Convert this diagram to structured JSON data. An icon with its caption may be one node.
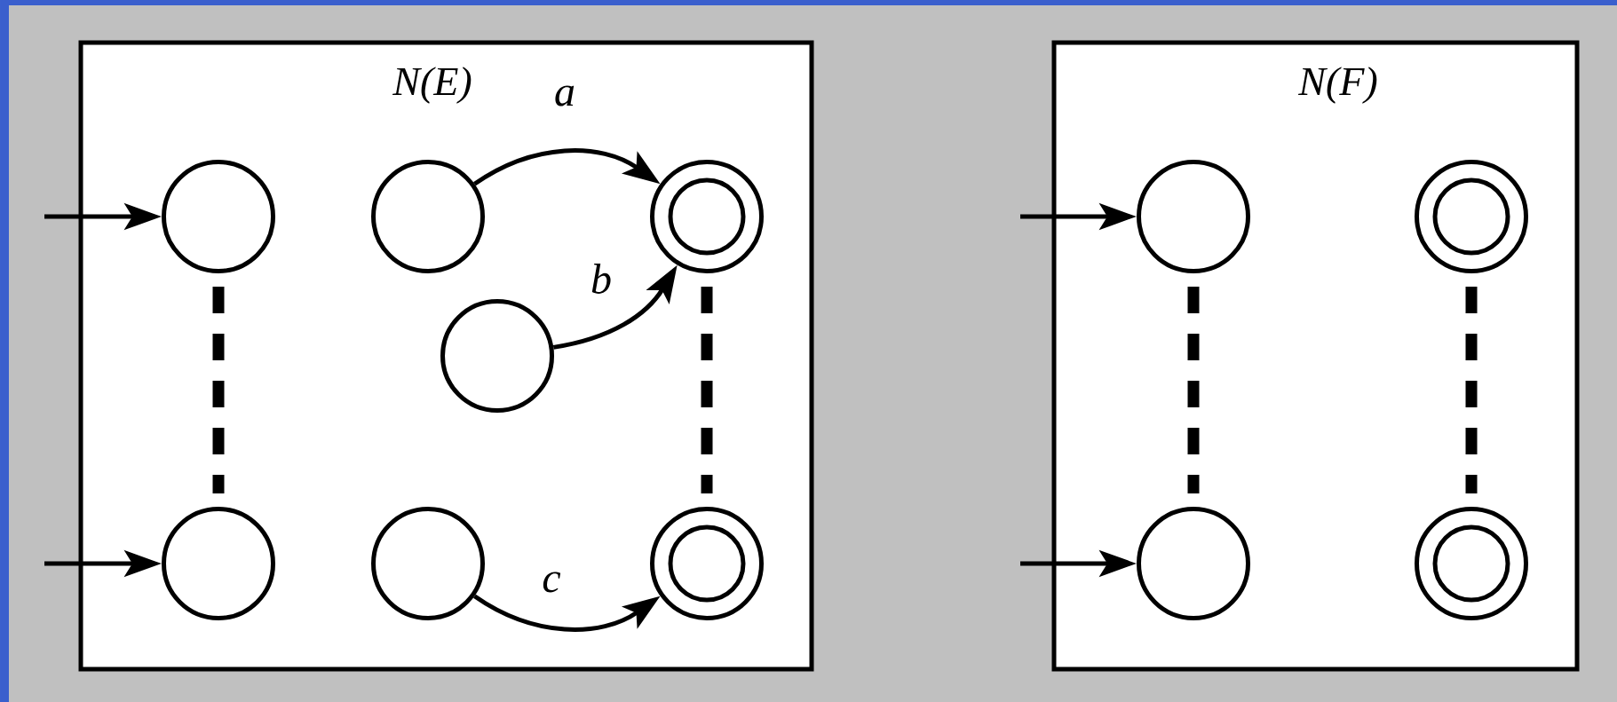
{
  "diagram": {
    "nodes": [
      {
        "text": [
          "N(E)"
        ]
      },
      {
        "text": [],
        "shape": "circle",
        "in": 0
      },
      {
        "text": [],
        "shape": "circle",
        "in": 0
      },
      {
        "text": [],
        "shape": "double-circle",
        "in": 0
      },
      {
        "text": [],
        "shape": "circle",
        "in": 0
      },
      {
        "text": [],
        "shape": "circle",
        "in": 0
      },
      {
        "text": [],
        "shape": "circle",
        "in": 0
      },
      {
        "text": [],
        "shape": "double-circle",
        "in": 0
      },
      {
        "text": [
          "N(F)"
        ]
      },
      {
        "text": [],
        "shape": "circle",
        "in": 8
      },
      {
        "text": [],
        "shape": "double-circle",
        "in": 8
      },
      {
        "text": [],
        "shape": "circle",
        "in": 8
      },
      {
        "text": [],
        "shape": "double-circle",
        "in": 8
      }
    ],
    "edges": [
      {
        "from": null,
        "to": 1,
        "arrow": "to"
      },
      {
        "from": null,
        "to": 5,
        "arrow": "to"
      },
      {
        "from": null,
        "to": 9,
        "arrow": "to"
      },
      {
        "from": null,
        "to": 11,
        "arrow": "to"
      },
      {
        "from": 2,
        "to": 3,
        "arrow": "to",
        "label": "a"
      },
      {
        "from": 4,
        "to": 3,
        "arrow": "to",
        "label": "b"
      },
      {
        "from": 6,
        "to": 7,
        "arrow": "to",
        "label": "c"
      },
      {
        "from": 1,
        "to": 5,
        "arrow": "none",
        "style": "dashed"
      },
      {
        "from": 3,
        "to": 7,
        "arrow": "none",
        "style": "dashed"
      },
      {
        "from": 9,
        "to": 11,
        "arrow": "none",
        "style": "dashed"
      },
      {
        "from": 10,
        "to": 12,
        "arrow": "none",
        "style": "dashed"
      }
    ]
  }
}
